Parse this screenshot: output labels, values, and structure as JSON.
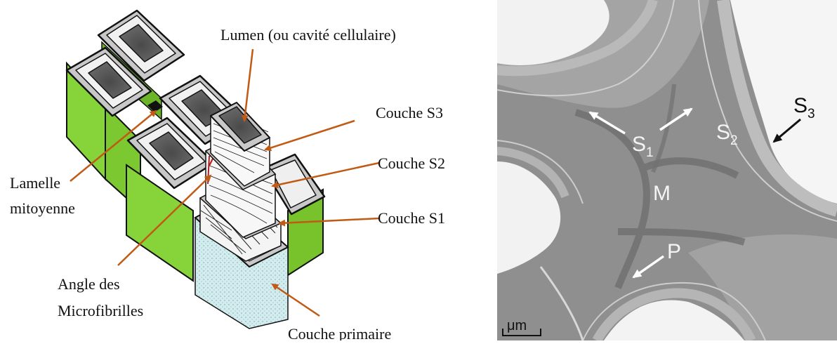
{
  "diagram": {
    "labels": {
      "lumen": "Lumen (ou cavité cellulaire)",
      "s3": "Couche S3",
      "s2": "Couche S2",
      "s1": "Couche S1",
      "lamelle_line1": "Lamelle",
      "lamelle_line2": "mitoyenne",
      "angle_line1": "Angle des",
      "angle_line2": "Microfibrilles",
      "primaire": "Couche primaire"
    },
    "colors": {
      "cell_wall": "#c8c8c8",
      "lumen": "#4d4d4d",
      "green_side": "#86d43a",
      "arrow": "#c05a14",
      "primary_wall": "#cfe9ea"
    }
  },
  "micrograph": {
    "labels": {
      "s1": "S",
      "s1_sub": "1",
      "s2": "S",
      "s2_sub": "2",
      "s3": "S",
      "s3_sub": "3",
      "m": "M",
      "p": "P",
      "scale": "μm"
    }
  }
}
